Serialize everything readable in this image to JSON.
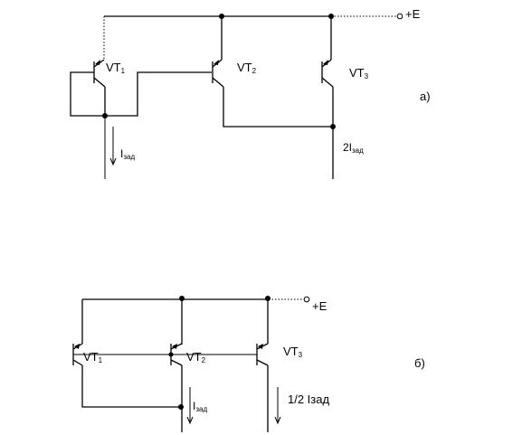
{
  "circuit_a": {
    "supply_label": "+E",
    "vt1": {
      "main": "VT",
      "sub": "1"
    },
    "vt2": {
      "main": "VT",
      "sub": "2"
    },
    "vt3": {
      "main": "VT",
      "sub": "3"
    },
    "current_ref": {
      "main": "I",
      "sub": "зад"
    },
    "current_out": {
      "main": "2I",
      "sub": "зад"
    },
    "variant": "а)"
  },
  "circuit_b": {
    "supply_label": "+E",
    "vt1": {
      "main": "VT",
      "sub": "1"
    },
    "vt2": {
      "main": "VT",
      "sub": "2"
    },
    "vt3": {
      "main": "VT",
      "sub": "3"
    },
    "current_ref": {
      "main": "I",
      "sub": "зад"
    },
    "current_out": "1/2 Iзад",
    "variant": "б)"
  }
}
